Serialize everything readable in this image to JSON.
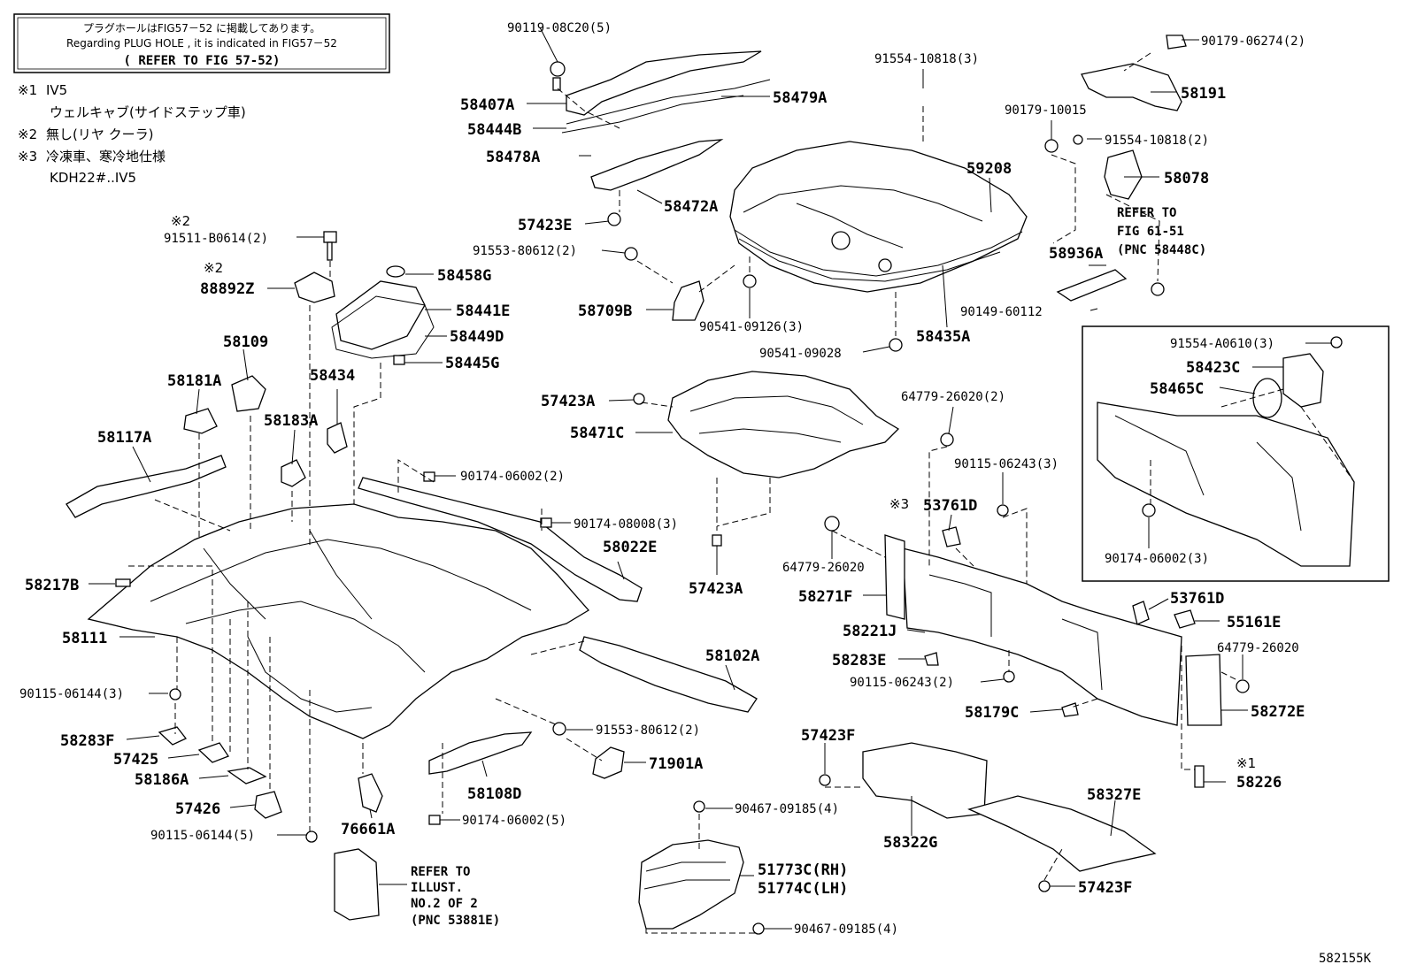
{
  "note_box": {
    "line1": "プラグホールはFIG57－52 に掲載してあります。",
    "line2": "Regarding PLUG HOLE , it is indicated in FIG57－52",
    "line3": "( REFER TO FIG 57-52)"
  },
  "conditions": [
    {
      "mark": "※1",
      "text": "IV5"
    },
    {
      "mark": "",
      "text": "ウェルキャブ(サイドステップ車)"
    },
    {
      "mark": "※2",
      "text": "無し(リヤ クーラ)"
    },
    {
      "mark": "※3",
      "text": "冷凍車、寒冷地仕様"
    },
    {
      "mark": "",
      "text": "KDH22#..IV5"
    }
  ],
  "labels": {
    "p90119_08C20": "90119-08C20(5)",
    "p58407A": "58407A",
    "p58479A": "58479A",
    "p58444B": "58444B",
    "p58478A": "58478A",
    "p58472A": "58472A",
    "p57423E": "57423E",
    "p91553_80612_top": "91553-80612(2)",
    "p58709B": "58709B",
    "p90541_09126": "90541-09126(3)",
    "p90541_09028": "90541-09028",
    "p91554_10818_top": "91554-10818(3)",
    "p59208": "59208",
    "p58435A": "58435A",
    "p90179_06274": "90179-06274(2)",
    "p58191": "58191",
    "p90179_10015": "90179-10015",
    "p91554_10818_right": "91554-10818(2)",
    "p58078": "58078",
    "p58936A": "58936A",
    "p90149_60112": "90149-60112",
    "p91554_A0610": "91554-A0610(3)",
    "p58423C": "58423C",
    "p58465C": "58465C",
    "p90174_06002_inset": "90174-06002(3)",
    "p91511_B0614": "91511-B0614(2)",
    "p88892Z": "88892Z",
    "p58458G": "58458G",
    "p58441E": "58441E",
    "p58449D": "58449D",
    "p58445G": "58445G",
    "p58109": "58109",
    "p58181A": "58181A",
    "p58434": "58434",
    "p58183A": "58183A",
    "p58117A": "58117A",
    "p57423A_top": "57423A",
    "p58471C": "58471C",
    "p90174_06002_mid": "90174-06002(2)",
    "p90174_08008": "90174-08008(3)",
    "p58022E": "58022E",
    "p57423A_mid": "57423A",
    "p58217B": "58217B",
    "p58111": "58111",
    "p58102A": "58102A",
    "p90115_06144_3": "90115-06144(3)",
    "p58283F": "58283F",
    "p57425": "57425",
    "p58186A": "58186A",
    "p57426": "57426",
    "p90115_06144_5": "90115-06144(5)",
    "p76661A": "76661A",
    "p58108D": "58108D",
    "p91553_80612_bot": "91553-80612(2)",
    "p71901A": "71901A",
    "p90174_06002_bot": "90174-06002(5)",
    "p64779_26020_2": "64779-26020(2)",
    "p90115_06243_3": "90115-06243(3)",
    "p53761D_a": "53761D",
    "p64779_26020_a": "64779-26020",
    "p58271F": "58271F",
    "p58221J": "58221J",
    "p58283E": "58283E",
    "p90115_06243_2": "90115-06243(2)",
    "p58179C": "58179C",
    "p53761D_b": "53761D",
    "p55161E": "55161E",
    "p64779_26020_b": "64779-26020",
    "p58272E": "58272E",
    "p58226": "58226",
    "p57423F_a": "57423F",
    "p58322G": "58322G",
    "p58327E": "58327E",
    "p57423F_b": "57423F",
    "p90467_09185_a": "90467-09185(4)",
    "p51773C": "51773C(RH)",
    "p51774C": "51774C(LH)",
    "p90467_09185_b": "90467-09185(4)"
  },
  "marks": {
    "m2a": "※2",
    "m2b": "※2",
    "m3": "※3",
    "m1": "※1"
  },
  "refer_fig": {
    "line1": "REFER TO",
    "line2": "FIG 61-51",
    "line3": "(PNC 58448C)"
  },
  "refer_illust": {
    "line1": "REFER TO",
    "line2": "ILLUST.",
    "line3": "NO.2 OF 2",
    "line4": "(PNC 53881E)"
  },
  "figure_id": "582155K"
}
